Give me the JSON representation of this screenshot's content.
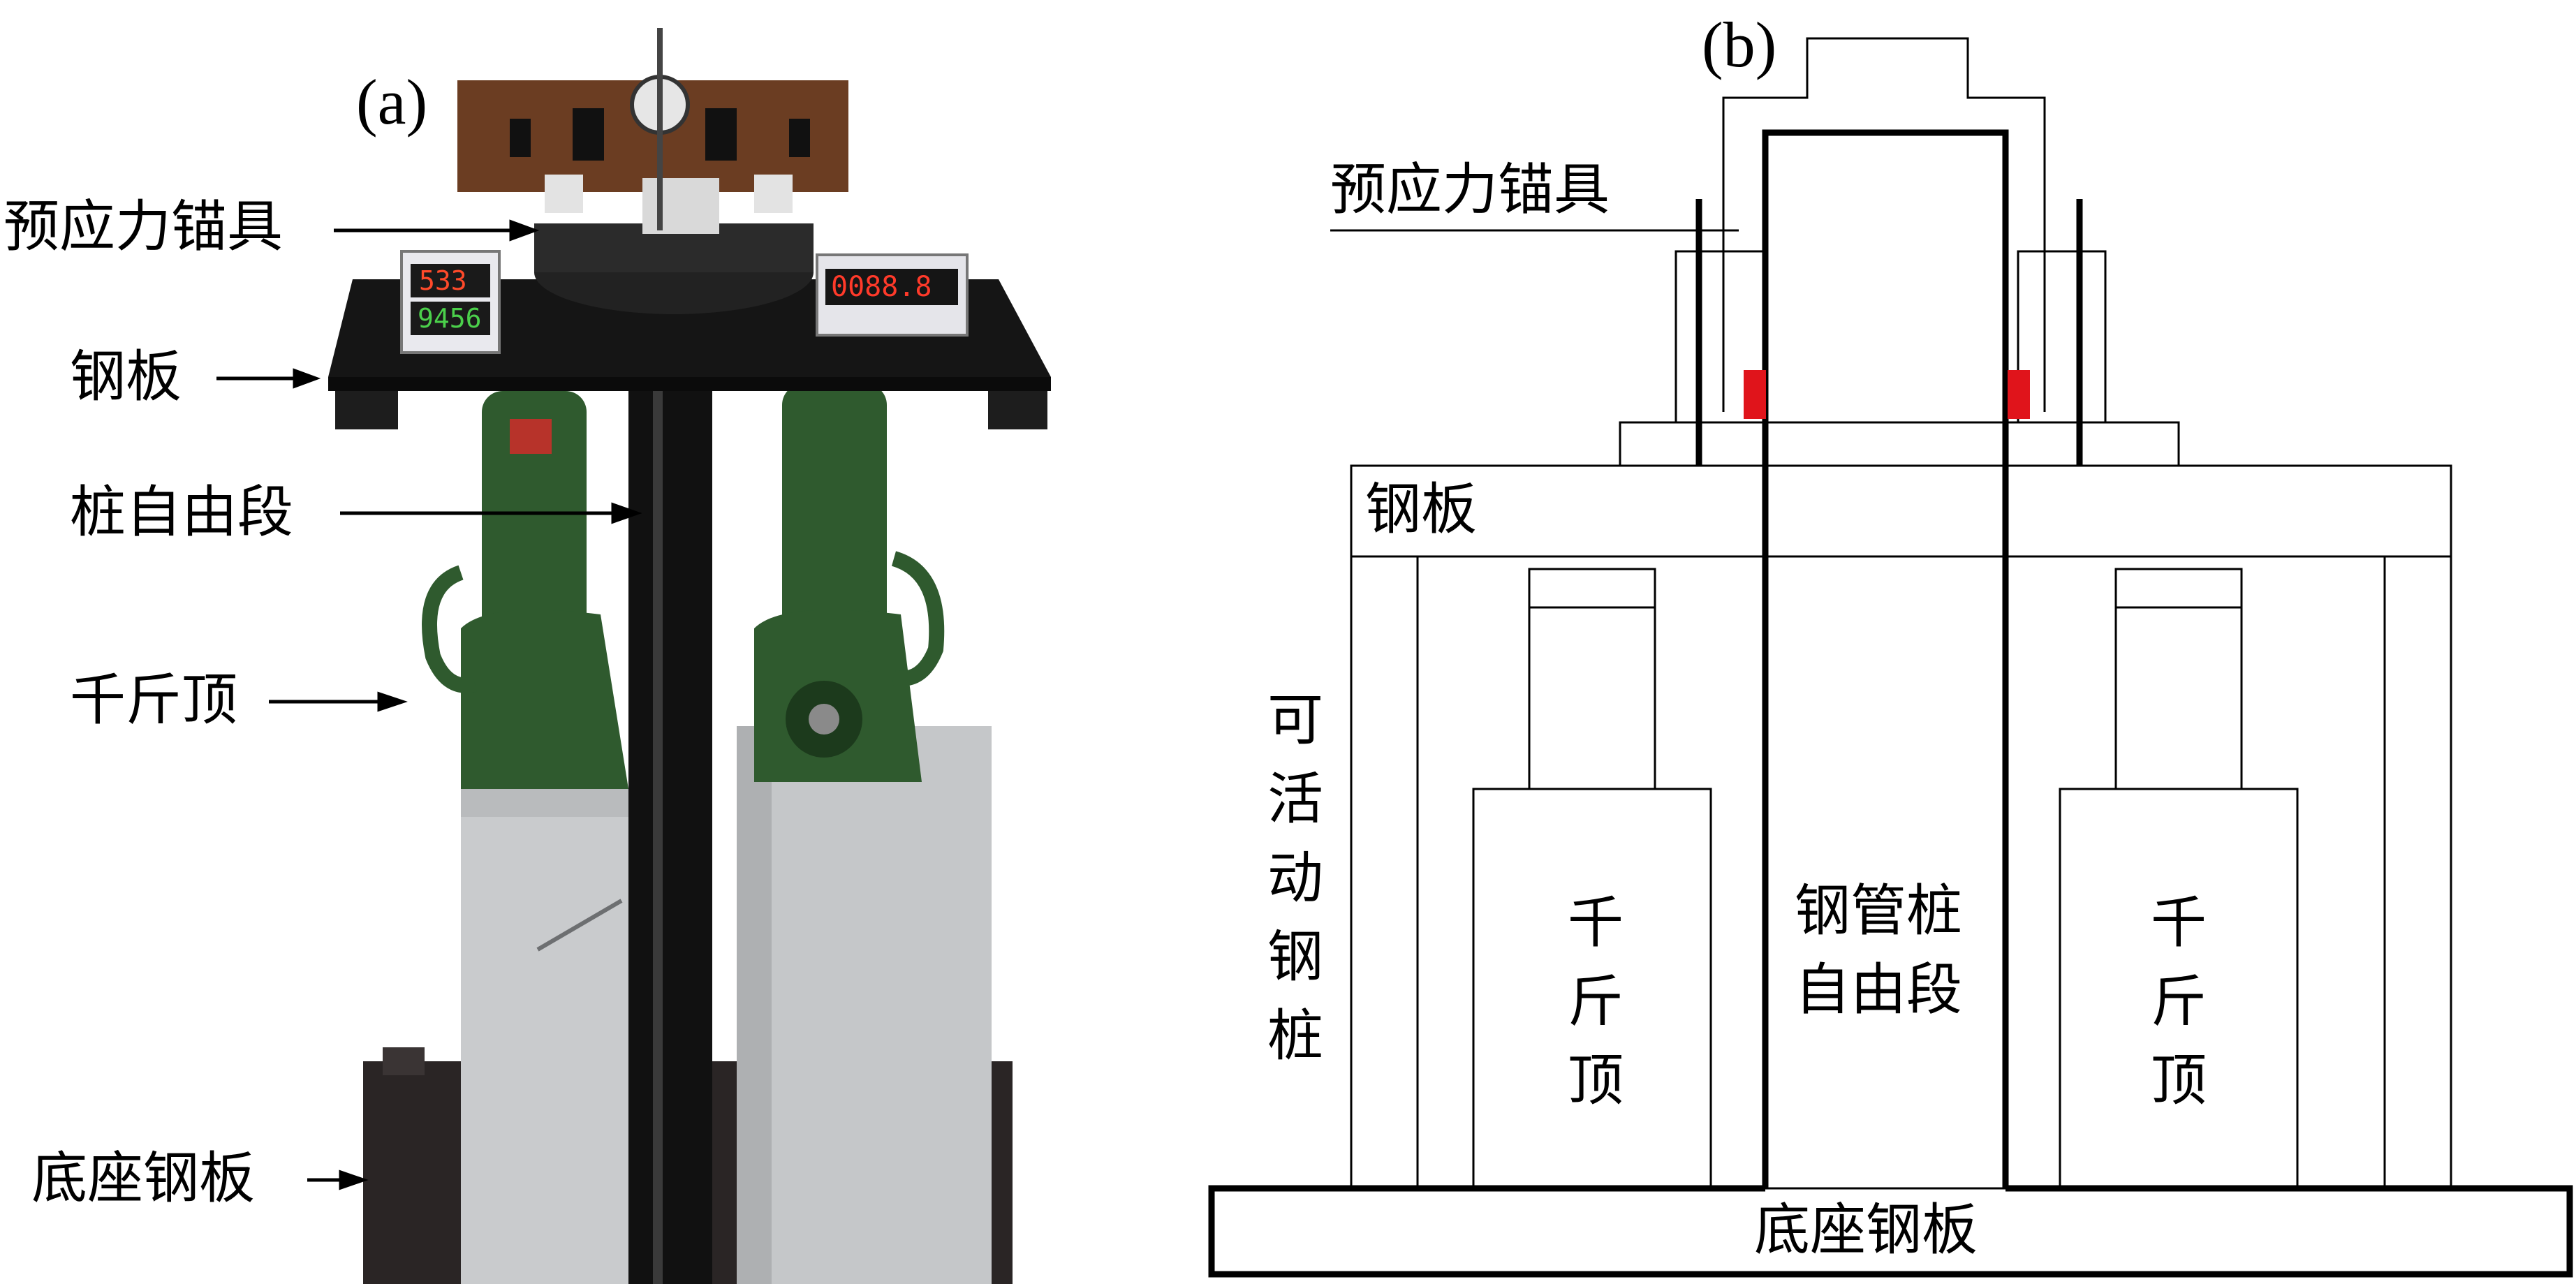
{
  "panel_a": {
    "tag": "(a)",
    "labels": {
      "anchor": "预应力锚具",
      "steel_plate": "钢板",
      "pile_free_segment": "桩自由段",
      "jack": "千斤顶",
      "base_plate": "底座钢板"
    },
    "meter_left_top": "533",
    "meter_left_bottom": "9456",
    "meter_right": "0088.8"
  },
  "panel_b": {
    "tag": "(b)",
    "labels": {
      "anchor": "预应力锚具",
      "steel_plate": "钢板",
      "movable_pile": "可活动钢桩",
      "jack_left": "千斤顶",
      "pipe_free_segment_line1": "钢管桩",
      "pipe_free_segment_line2": "自由段",
      "jack_right": "千斤顶",
      "base_plate": "底座钢板"
    }
  },
  "colors": {
    "jack_green": "#2f5a2e",
    "concrete": "#c9cbcd",
    "plate_black": "#151515",
    "anchor_red": "#e0141b",
    "board_brown": "#6b3d22"
  }
}
